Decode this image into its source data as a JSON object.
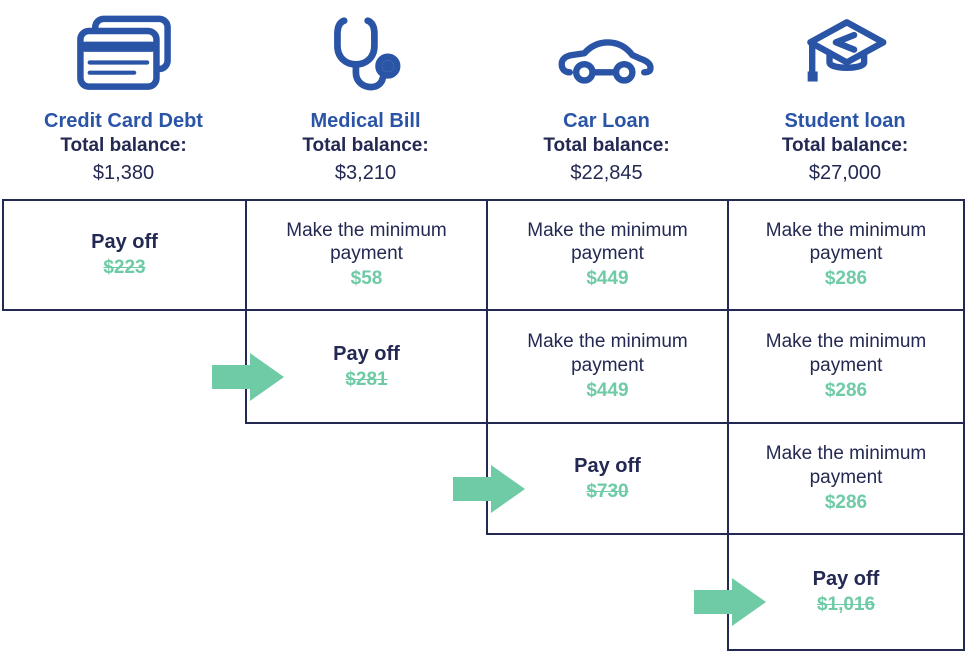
{
  "title": "Debt payoff order diagram",
  "palette": {
    "blue": "#2A54A6",
    "navy": "#232952",
    "green": "#6FCBA6",
    "background": "#FFFFFF"
  },
  "debts": [
    {
      "icon": "credit-card-icon",
      "name": "Credit Card Debt",
      "balance_label": "Total balance:",
      "balance": "$1,380"
    },
    {
      "icon": "stethoscope-icon",
      "name": "Medical Bill",
      "balance_label": "Total balance:",
      "balance": "$3,210"
    },
    {
      "icon": "car-icon",
      "name": "Car Loan",
      "balance_label": "Total balance:",
      "balance": "$22,845"
    },
    {
      "icon": "graduation-cap-icon",
      "name": "Student loan",
      "balance_label": "Total balance:",
      "balance": "$27,000"
    }
  ],
  "plan": {
    "payoff_label": "Pay off",
    "minimum_label": "Make the minimum payment",
    "rows": [
      {
        "cells": [
          {
            "type": "payoff",
            "amount": "$223"
          },
          {
            "type": "minimum",
            "amount": "$58"
          },
          {
            "type": "minimum",
            "amount": "$449"
          },
          {
            "type": "minimum",
            "amount": "$286"
          }
        ]
      },
      {
        "cells": [
          null,
          {
            "type": "payoff",
            "amount": "$281"
          },
          {
            "type": "minimum",
            "amount": "$449"
          },
          {
            "type": "minimum",
            "amount": "$286"
          }
        ]
      },
      {
        "cells": [
          null,
          null,
          {
            "type": "payoff",
            "amount": "$730"
          },
          {
            "type": "minimum",
            "amount": "$286"
          }
        ]
      },
      {
        "cells": [
          null,
          null,
          null,
          {
            "type": "payoff",
            "amount": "$1,016"
          }
        ]
      }
    ]
  }
}
